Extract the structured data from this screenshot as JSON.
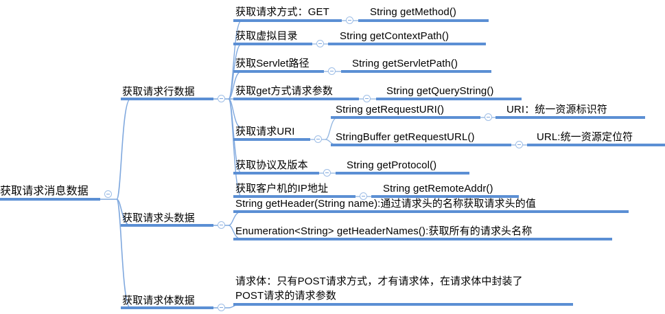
{
  "diagram": {
    "title": "获取请求消息数据",
    "type": "mindmap",
    "colors": {
      "branch": "#5B8FD4",
      "branch_thin": "#8FB4E0",
      "toggle_ring": "#9DBDE6",
      "text": "#000000",
      "background": "#FFFFFF"
    },
    "root": {
      "label": "获取请求消息数据",
      "toggle": "collapse-minus-icon"
    },
    "branches": [
      {
        "id": "request-line",
        "label": "获取请求行数据",
        "toggle": "collapse-minus-icon",
        "children": [
          {
            "id": "get-method",
            "label": "获取请求方式：GET",
            "toggle": "collapse-minus-icon",
            "api": "String getMethod()"
          },
          {
            "id": "get-context-path",
            "label": "获取虚拟目录",
            "toggle": "collapse-minus-icon",
            "api": "String getContextPath()"
          },
          {
            "id": "get-servlet-path",
            "label": "获取Servlet路径",
            "toggle": "collapse-minus-icon",
            "api": "String getServletPath()"
          },
          {
            "id": "get-query-string",
            "label": "获取get方式请求参数",
            "toggle": "collapse-minus-icon",
            "api": "String getQueryString()"
          },
          {
            "id": "get-request-uri",
            "label": "获取请求URI",
            "toggle": "collapse-minus-icon",
            "api": "",
            "children": [
              {
                "id": "get-request-uri-method",
                "label": "String getRequestURI()",
                "toggle": "collapse-minus-icon",
                "note": "URI：统一资源标识符"
              },
              {
                "id": "get-request-url-method",
                "label": "StringBuffer getRequestURL()",
                "toggle": "collapse-minus-icon",
                "note": "URL:统一资源定位符"
              }
            ]
          },
          {
            "id": "get-protocol",
            "label": "获取协议及版本",
            "toggle": "collapse-minus-icon",
            "api": "String getProtocol()"
          },
          {
            "id": "get-remote-addr",
            "label": "获取客户机的IP地址",
            "toggle": "collapse-minus-icon",
            "api": "String getRemoteAddr()"
          }
        ]
      },
      {
        "id": "request-header",
        "label": "获取请求头数据",
        "toggle": "collapse-minus-icon",
        "children": [
          {
            "id": "get-header",
            "label": "String getHeader(String name):通过请求头的名称获取请求头的值"
          },
          {
            "id": "get-header-names",
            "label": "Enumeration<String> getHeaderNames():获取所有的请求头名称"
          }
        ]
      },
      {
        "id": "request-body",
        "label": "获取请求体数据",
        "toggle": "collapse-minus-icon",
        "children": [
          {
            "id": "request-body-note",
            "label": "请求体：只有POST请求方式，才有请求体，在请求体中封装了\nPOST请求的请求参数"
          }
        ]
      }
    ]
  }
}
